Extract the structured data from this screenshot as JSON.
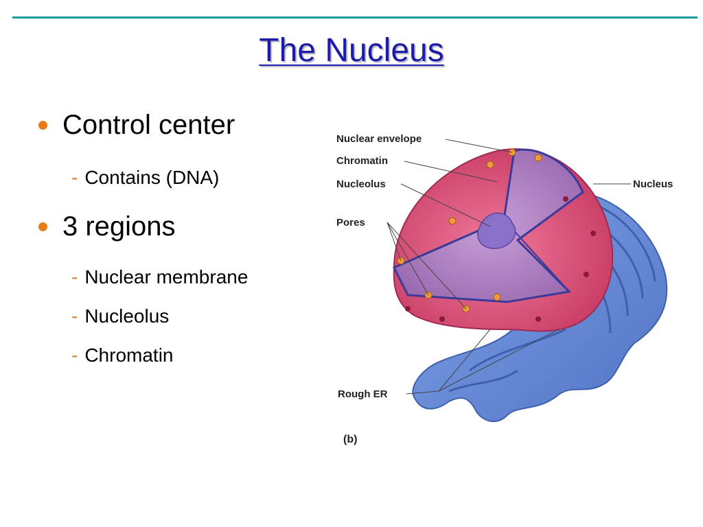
{
  "slide": {
    "title": "The Nucleus",
    "bullets": [
      {
        "text": "Control center",
        "subs": [
          "Contains (DNA)"
        ]
      },
      {
        "text": "3 regions",
        "subs": [
          "Nuclear membrane",
          "Nucleolus",
          "Chromatin"
        ]
      }
    ],
    "sub_marker": "-"
  },
  "figure": {
    "labels": {
      "nuclear_envelope": "Nuclear envelope",
      "chromatin": "Chromatin",
      "nucleolus": "Nucleolus",
      "pores": "Pores",
      "nucleus": "Nucleus",
      "rough_er": "Rough ER"
    },
    "panel_letter": "(b)"
  },
  "colors": {
    "accent_rule": "#1a9a9a",
    "title": "#1c1ca8",
    "bullet": "#e87b1a",
    "nucleus_outer": "#e0547a",
    "nucleus_interior": "#b080c0",
    "nucleolus": "#8a70c8",
    "rough_er": "#6a8fd8"
  }
}
